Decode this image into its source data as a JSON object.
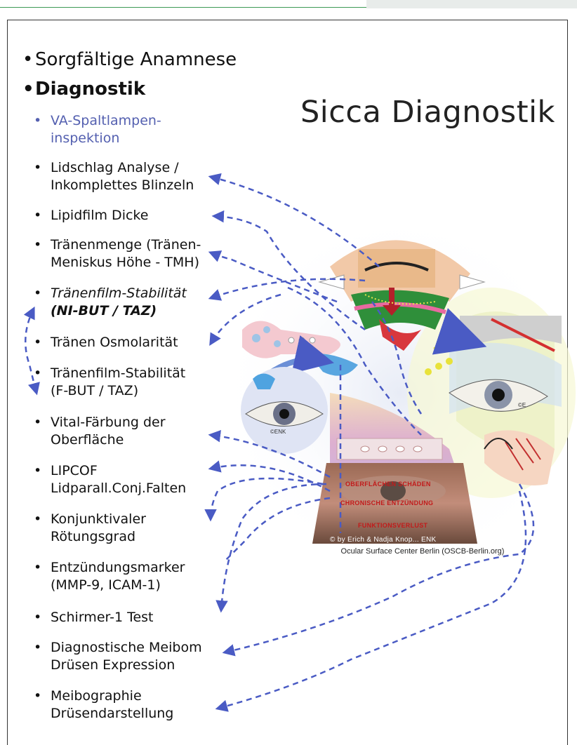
{
  "title": "Sicca Diagnostik",
  "bullets_top": [
    {
      "text": "Sorgfältige Anamnese",
      "bold": false
    },
    {
      "text": "Diagnostik",
      "bold": true
    }
  ],
  "subitems": [
    {
      "lines": [
        "VA-Spaltlampen-",
        "inspektion"
      ]
    },
    {
      "lines": [
        "Lidschlag Analyse /",
        "Inkomplettes Blinzeln"
      ]
    },
    {
      "lines": [
        "Lipidfilm Dicke"
      ]
    },
    {
      "lines": [
        "Tränenmenge (Tränen-",
        "Meniskus Höhe - TMH)"
      ]
    },
    {
      "lines": [
        "Tränenfilm-Stabilität",
        "(NI-BUT / TAZ)"
      ]
    },
    {
      "lines": [
        "Tränen Osmolarität"
      ]
    },
    {
      "lines": [
        "Tränenfilm-Stabilität",
        "(F-BUT / TAZ)"
      ]
    },
    {
      "lines": [
        "Vital-Färbung der",
        "Oberfläche"
      ]
    },
    {
      "lines": [
        "LIPCOF",
        "Lidparall.Conj.Falten"
      ]
    },
    {
      "lines": [
        "Konjunktivaler",
        "Rötungsgrad"
      ]
    },
    {
      "lines": [
        "Entzündungsmarker",
        "(MMP-9, ICAM-1)"
      ]
    },
    {
      "lines": [
        "Schirmer-1 Test"
      ]
    },
    {
      "lines": [
        "Diagnostische Meibom",
        "Drüsen Expression"
      ]
    },
    {
      "lines": [
        "Meibographie",
        "Drüsendarstellung"
      ]
    }
  ],
  "image_labels": {
    "damage": "OBERFLÄCHEN SCHÄDEN",
    "inflammation": "CHRONISCHE ENTZÜNDUNG",
    "loss": "FUNKTIONSVERLUST",
    "copyright": "© by Erich & Nadja Knop... ENK",
    "eye_mark_left": "©ENK",
    "eye_mark_right": "©E"
  },
  "caption": "Ocular Surface Center Berlin (OSCB-Berlin.org)",
  "colors": {
    "accent_blue": "#5460b0",
    "arrow": "#4a5bc4",
    "header_line": "#3d9a55"
  }
}
